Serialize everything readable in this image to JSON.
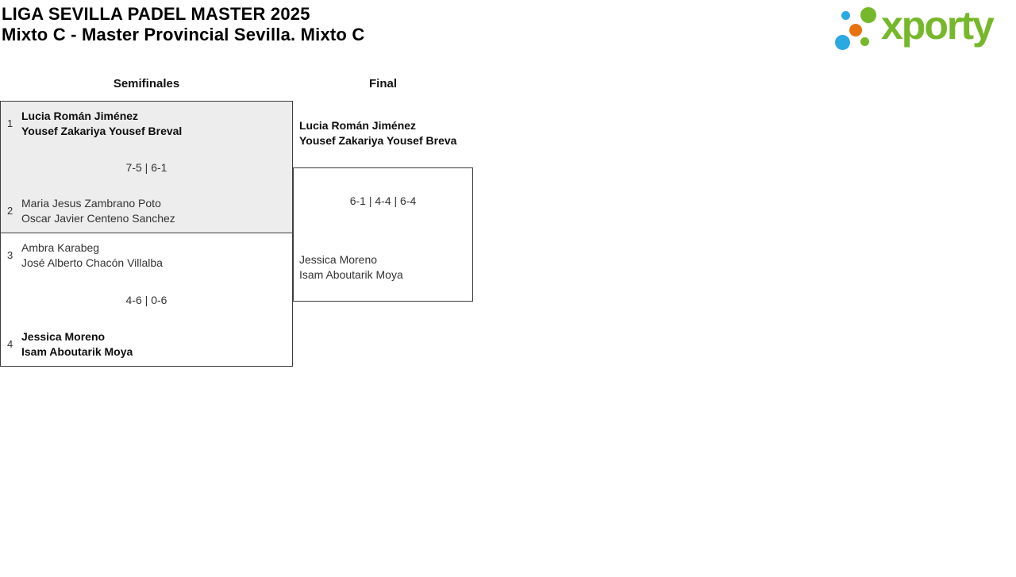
{
  "header": {
    "title": "LIGA SEVILLA PADEL MASTER 2025",
    "subtitle": "Mixto C - Master Provincial Sevilla. Mixto C"
  },
  "logo": {
    "brand": "xporty",
    "colors": {
      "green": "#76b82a",
      "blue": "#2ba9e1",
      "orange": "#e8730e"
    }
  },
  "bracket": {
    "rounds": [
      {
        "label": "Semifinales"
      },
      {
        "label": "Final"
      }
    ],
    "semifinals": [
      {
        "score": "7-5 | 6-1",
        "team_top": {
          "seed": "1",
          "player1": "Lucia Román Jiménez",
          "player2": "Yousef Zakariya Yousef Breval",
          "winner": true
        },
        "team_bottom": {
          "seed": "2",
          "player1": "Maria Jesus Zambrano Poto",
          "player2": "Oscar Javier Centeno Sanchez",
          "winner": false
        }
      },
      {
        "score": "4-6 | 0-6",
        "team_top": {
          "seed": "3",
          "player1": "Ambra Karabeg",
          "player2": "José Alberto Chacón Villalba",
          "winner": false
        },
        "team_bottom": {
          "seed": "4",
          "player1": "Jessica Moreno",
          "player2": "Isam Aboutarik Moya",
          "winner": true
        }
      }
    ],
    "final": {
      "score": "6-1 | 4-4 | 6-4",
      "team_top": {
        "player1": "Lucia Román Jiménez",
        "player2": "Yousef Zakariya Yousef Breva",
        "winner": true
      },
      "team_bottom": {
        "player1": "Jessica Moreno",
        "player2": "Isam Aboutarik Moya",
        "winner": false
      }
    }
  },
  "colors": {
    "match_border": "#3d3d3d",
    "highlight_match_bg": "#ededed",
    "winner_text": "#0d0d0d",
    "regular_text": "#333333"
  }
}
